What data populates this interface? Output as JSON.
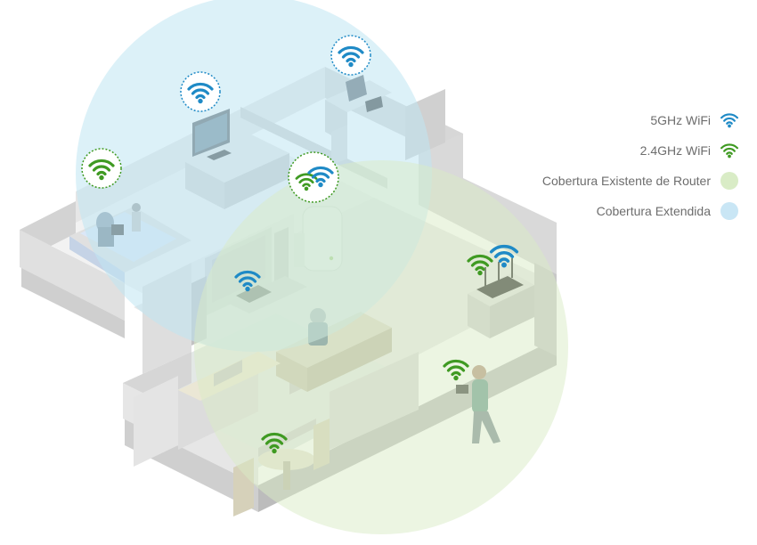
{
  "legend": {
    "items": [
      {
        "label": "5GHz WiFi",
        "kind": "wifi",
        "color": "#1f8ac6"
      },
      {
        "label": "2.4GHz WiFi",
        "kind": "wifi",
        "color": "#3f9a22"
      },
      {
        "label": "Cobertura Existente de Router",
        "kind": "circle",
        "color": "#d9ecc6"
      },
      {
        "label": "Cobertura Extendida",
        "kind": "circle",
        "color": "#c9e6f5"
      }
    ]
  },
  "colors": {
    "wifi_5ghz": "#1f8ac6",
    "wifi_24ghz": "#3f9a22",
    "router_coverage": "#d9ecc6",
    "extended_coverage": "#bfe6f3",
    "wall_light": "#eeeeee",
    "wall_mid": "#dcdcdc",
    "wall_dark": "#bdbdbd"
  }
}
